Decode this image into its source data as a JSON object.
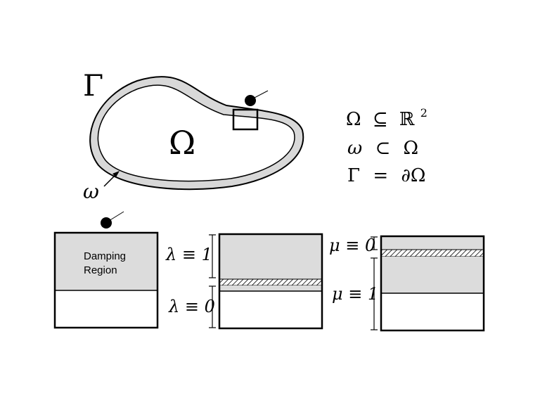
{
  "labels": {
    "boundary_symbol": "Γ",
    "domain_symbol": "Ω",
    "layer_symbol": "ω"
  },
  "equations": [
    {
      "lhs": "Ω",
      "op": "⊆",
      "rhs": "ℝ",
      "sup": "2"
    },
    {
      "lhs": "ω",
      "op": "⊂",
      "rhs": "Ω"
    },
    {
      "lhs": "Γ",
      "op": "=",
      "rhs": "∂Ω"
    }
  ],
  "panels": {
    "first": {
      "line1": "Damping",
      "line2": "Region"
    },
    "second": {
      "top": "λ ≡ 1",
      "bottom": "λ ≡ 0"
    },
    "third": {
      "top": "μ ≡ 0",
      "bottom": "μ ≡ 1"
    }
  },
  "colors": {
    "damping_fill": "#dcdcdc",
    "stroke": "#000000",
    "background": "#ffffff"
  }
}
